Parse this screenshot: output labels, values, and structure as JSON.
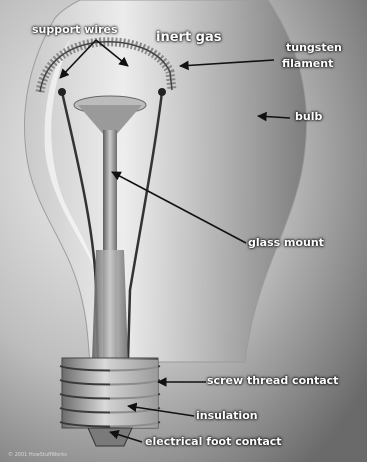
{
  "labels": {
    "support_wires": "support wires",
    "inert_gas": "inert gas",
    "tungsten": "tungsten",
    "filament": "filament",
    "bulb": "bulb",
    "glass_mount": "glass mount",
    "screw_thread_contact": "screw thread contact",
    "insulation": "insulation",
    "electrical_foot_contact": "electrical foot contact"
  },
  "credit": "© 2001 HowStuffWorks",
  "colors": {
    "background_light": "#eeeeee",
    "background_dark": "#5a5a5a",
    "label_text": "#ffffff",
    "arrow": "#111111"
  }
}
